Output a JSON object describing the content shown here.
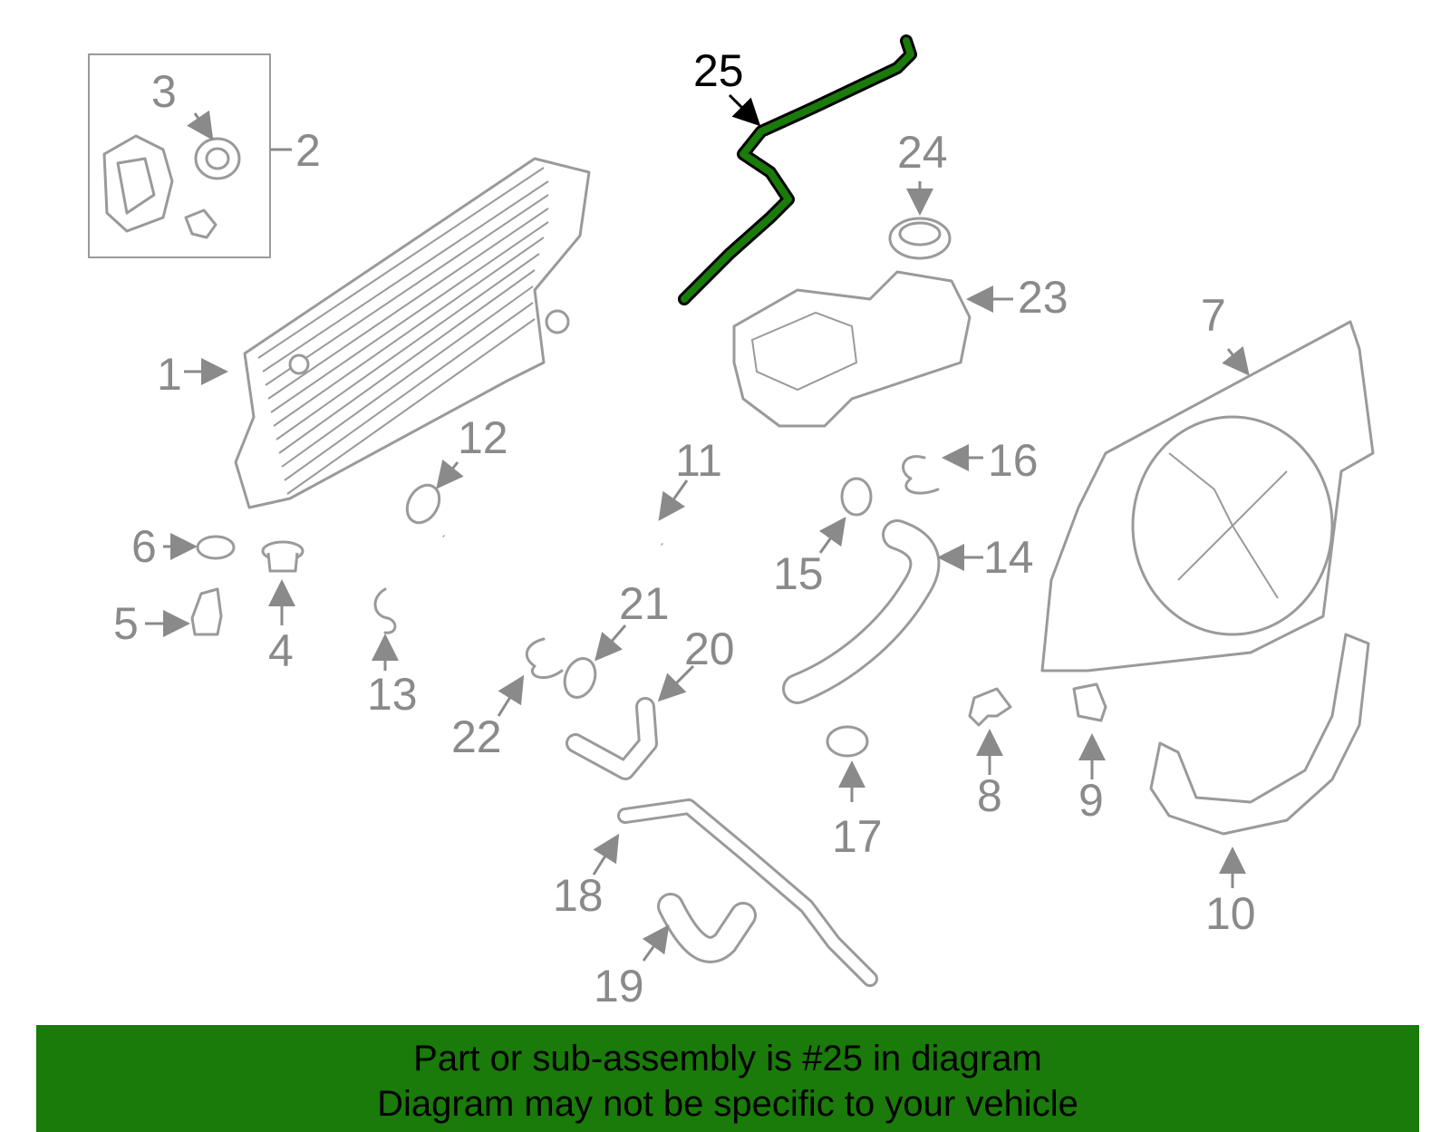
{
  "diagram": {
    "highlight_color": "#1a7a0a",
    "highlighted_part": "25",
    "callouts": [
      "1",
      "2",
      "3",
      "4",
      "5",
      "6",
      "7",
      "8",
      "9",
      "10",
      "11",
      "12",
      "13",
      "14",
      "15",
      "16",
      "17",
      "18",
      "19",
      "20",
      "21",
      "22",
      "23",
      "24",
      "25"
    ]
  },
  "banner": {
    "line1": "Part or sub-assembly is #25 in diagram",
    "line2": "Diagram may not be specific to your vehicle",
    "background": "#1a7a0a"
  }
}
